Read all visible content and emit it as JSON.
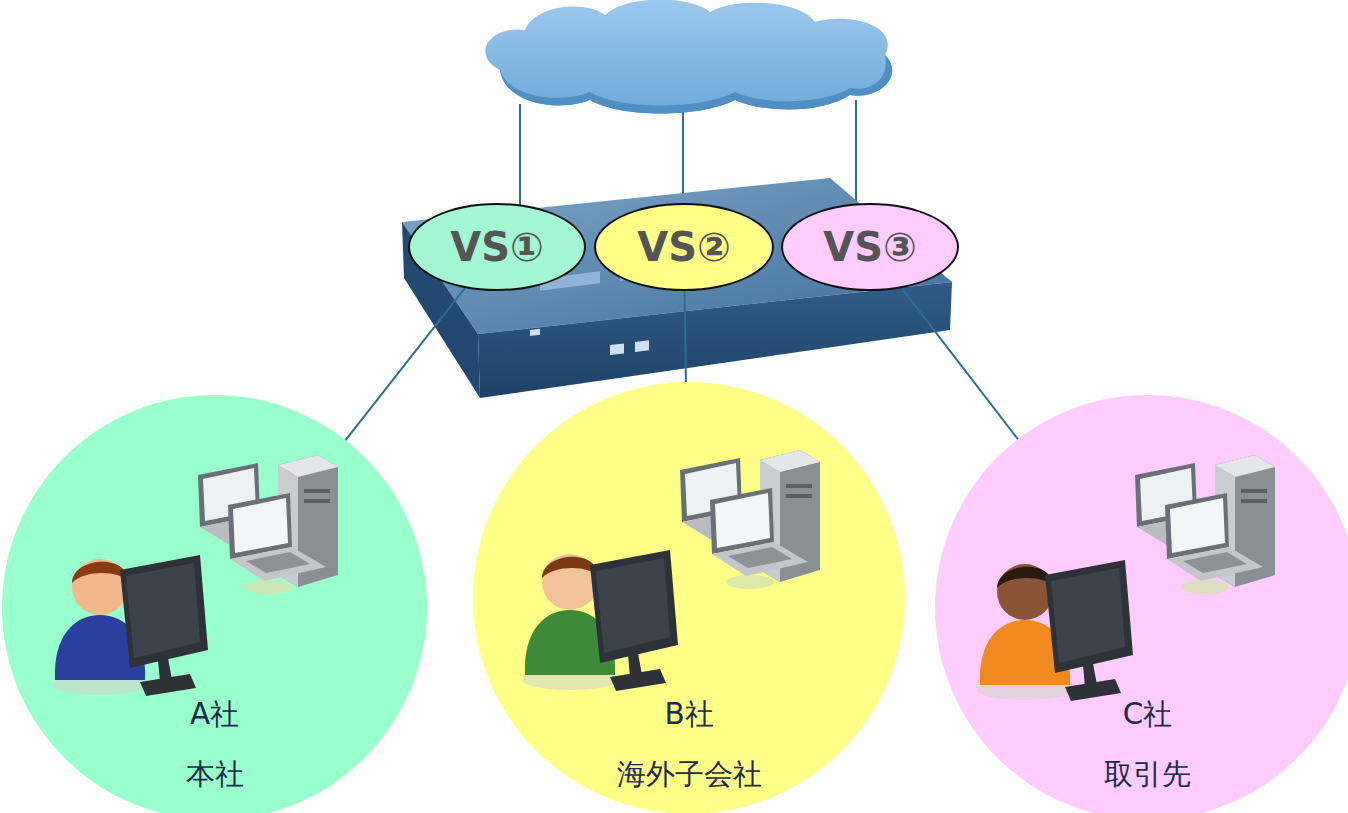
{
  "diagram": {
    "nodes": [
      {
        "text": [
          "VS①"
        ]
      },
      {
        "text": [
          "VS②"
        ]
      },
      {
        "text": [
          "VS③"
        ]
      },
      {
        "text": [
          "A社",
          "本社"
        ]
      },
      {
        "text": [
          "B社",
          "海外子会社"
        ]
      },
      {
        "text": [
          "C社",
          "取引先"
        ]
      }
    ],
    "edges": [
      {
        "from": 0,
        "to": 3,
        "arrow": "none"
      },
      {
        "from": 1,
        "to": 4,
        "arrow": "none"
      },
      {
        "from": 2,
        "to": 5,
        "arrow": "none"
      }
    ]
  }
}
